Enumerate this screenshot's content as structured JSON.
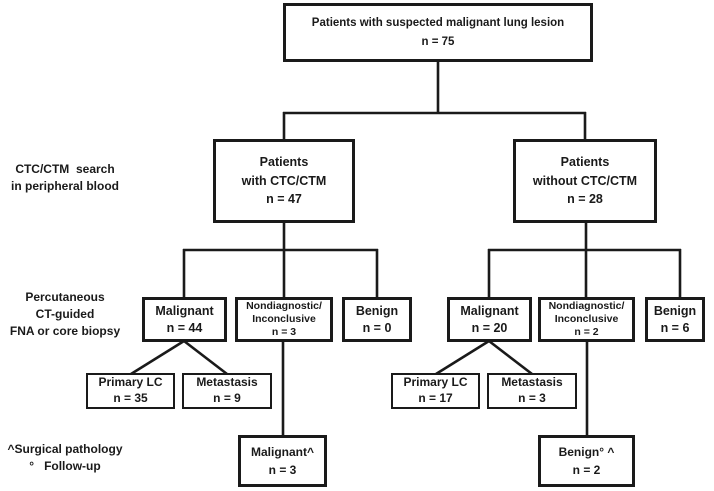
{
  "colors": {
    "background": "#ffffff",
    "line": "#1a1a1a",
    "text": "#1a1a1a"
  },
  "side_labels": {
    "ctc_search": [
      "CTC/CTM  search",
      "in peripheral blood"
    ],
    "biopsy": [
      "Percutaneous",
      "CT-guided",
      "FNA or core biopsy"
    ],
    "footnotes": [
      "^Surgical pathology",
      "°   Follow-up"
    ]
  },
  "nodes": {
    "root": [
      "Patients with suspected malignant lung lesion",
      "n = 75"
    ],
    "with_ctc": [
      "Patients",
      "with CTC/CTM",
      "n = 47"
    ],
    "without_ctc": [
      "Patients",
      "without CTC/CTM",
      "n = 28"
    ],
    "left_malignant": [
      "Malignant",
      "n = 44"
    ],
    "left_nondiagnostic": [
      "Nondiagnostic/",
      "Inconclusive",
      "n = 3"
    ],
    "left_benign": [
      "Benign",
      "n = 0"
    ],
    "right_malignant": [
      "Malignant",
      "n = 20"
    ],
    "right_nondiagnostic": [
      "Nondiagnostic/",
      "Inconclusive",
      "n = 2"
    ],
    "right_benign": [
      "Benign",
      "n = 6"
    ],
    "left_primary_lc": [
      "Primary LC",
      "n = 35"
    ],
    "left_metastasis": [
      "Metastasis",
      "n = 9"
    ],
    "right_primary_lc": [
      "Primary LC",
      "n = 17"
    ],
    "right_metastasis": [
      "Metastasis",
      "n = 3"
    ],
    "surgical_malignant": [
      "Malignant^",
      "n = 3"
    ],
    "surgical_benign": [
      "Benign° ^",
      "n = 2"
    ]
  }
}
